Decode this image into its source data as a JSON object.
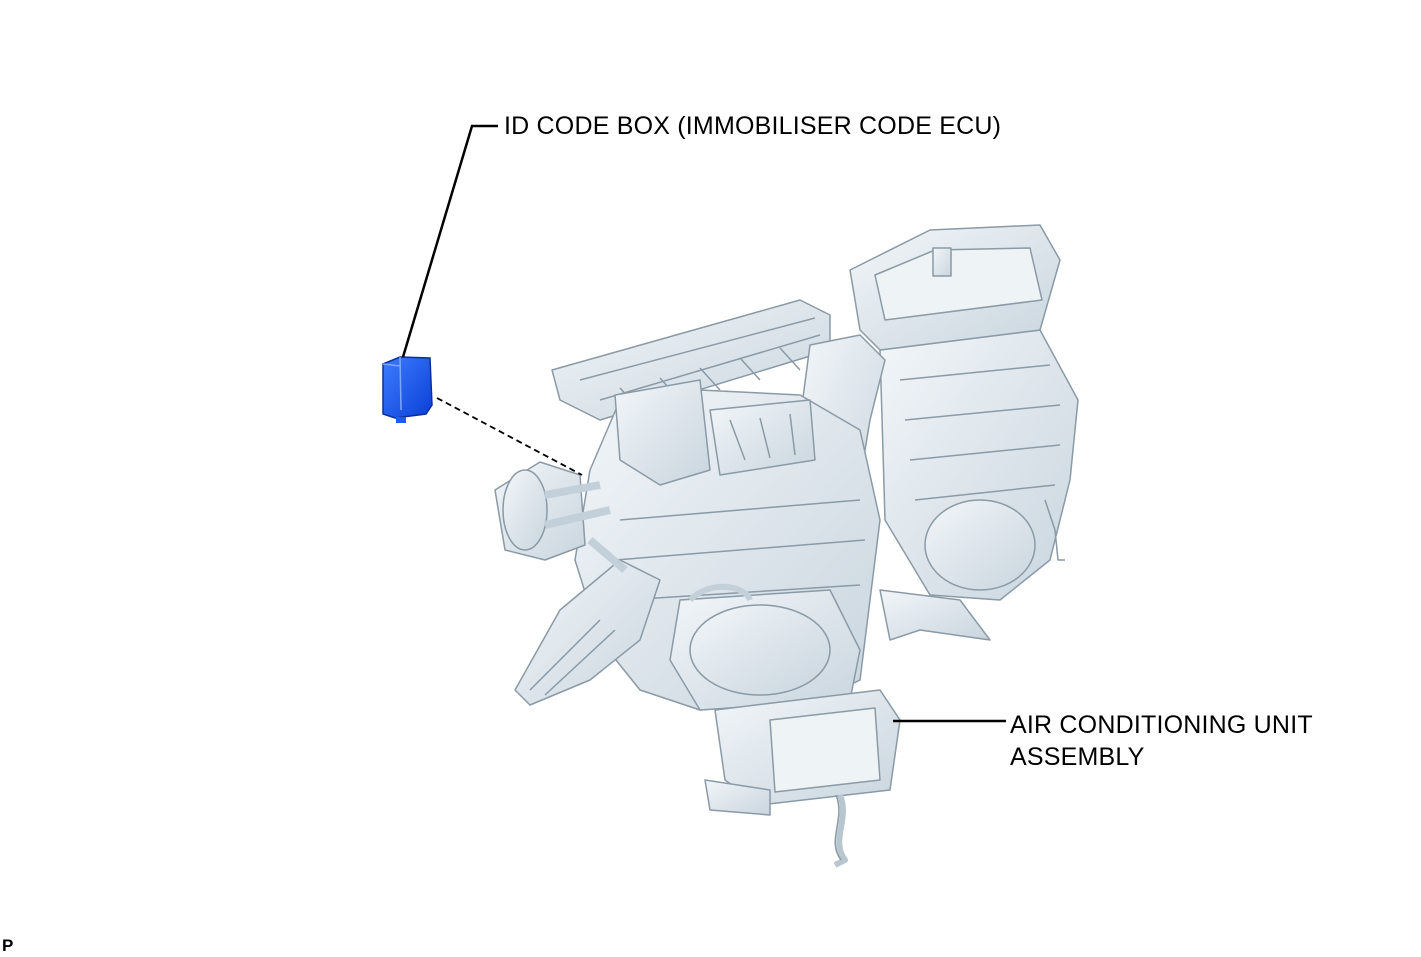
{
  "labels": {
    "id_code_box": "ID CODE BOX (IMMOBILISER CODE ECU)",
    "ac_unit_line1": "AIR CONDITIONING UNIT",
    "ac_unit_line2": "ASSEMBLY"
  },
  "corner_mark": "P",
  "colors": {
    "highlight_part": "#1a5cff",
    "housing_fill": "#dfe8ee",
    "housing_stroke": "#8a9aa6",
    "leader_line": "#000000"
  }
}
